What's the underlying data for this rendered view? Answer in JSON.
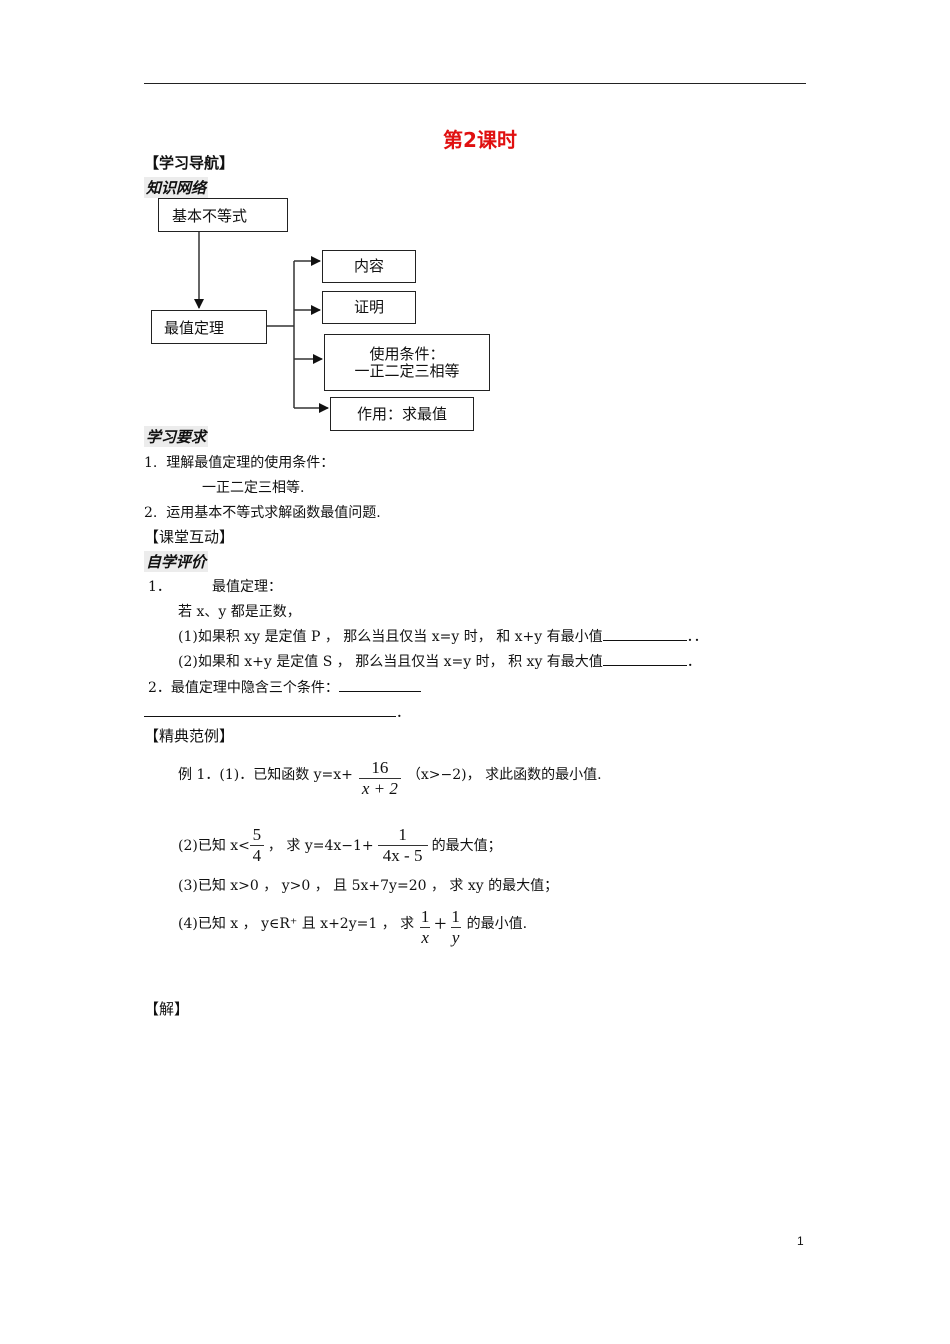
{
  "document": {
    "title": "第2课时",
    "title_color": "#e01010",
    "page_number": "1"
  },
  "sections": {
    "learning_nav": "【学习导航】",
    "knowledge_network": "知识网络",
    "learning_requirements": "学习要求",
    "classroom_interaction": "【课堂互动】",
    "self_evaluation": "自学评价",
    "classic_examples": "【精典范例】",
    "solution": "【解】"
  },
  "diagram": {
    "root": "基本不等式",
    "theorem": "最值定理",
    "branches": [
      {
        "label": "内容"
      },
      {
        "label": "证明"
      },
      {
        "label_line1": "使用条件：",
        "label_line2": "一正二定三相等"
      },
      {
        "label": "作用：求最值"
      }
    ]
  },
  "requirements": [
    {
      "num": "1.",
      "text": "理解最值定理的使用条件："
    },
    {
      "num": "",
      "text": "一正二定三相等."
    },
    {
      "num": "2.",
      "text": "运用基本不等式求解函数最值问题."
    }
  ],
  "self_eval": {
    "q1_num": "1．",
    "q1_title": "最值定理：",
    "q1_premise": "若 x、y 都是正数，",
    "q1_part1": "(1)如果积 xy 是定值 P ， 那么当且仅当 x=y 时， 和 x+y 有最小值",
    "q1_part1_end": "．．",
    "q1_part2": "(2)如果和 x+y 是定值 S ， 那么当且仅当 x=y 时， 积 xy 有最大值",
    "q1_part2_end": "．",
    "q2": "2．最值定理中隐含三个条件：",
    "q2_end": "．"
  },
  "examples": {
    "ex1_prefix": "例 1．(1)．已知函数 y=x+",
    "ex1_frac_num": "16",
    "ex1_frac_den": "x + 2",
    "ex1_suffix": "（x>−2)， 求此函数的最小值.",
    "ex2_prefix": "(2)已知 x<",
    "ex2_frac1_num": "5",
    "ex2_frac1_den": "4",
    "ex2_mid": "， 求 y=4x−1+",
    "ex2_frac2_num": "1",
    "ex2_frac2_den": "4x -  5",
    "ex2_suffix": "的最大值；",
    "ex3": "(3)已知 x>0 ， y>0 ， 且 5x+7y=20 ， 求 xy 的最大值；",
    "ex4_prefix": "(4)已知 x ， y∈R⁺ 且 x+2y=1 ， 求",
    "ex4_frac1_num": "1",
    "ex4_frac1_den": "x",
    "ex4_plus": "+",
    "ex4_frac2_num": "1",
    "ex4_frac2_den": "y",
    "ex4_suffix": "的最小值."
  }
}
